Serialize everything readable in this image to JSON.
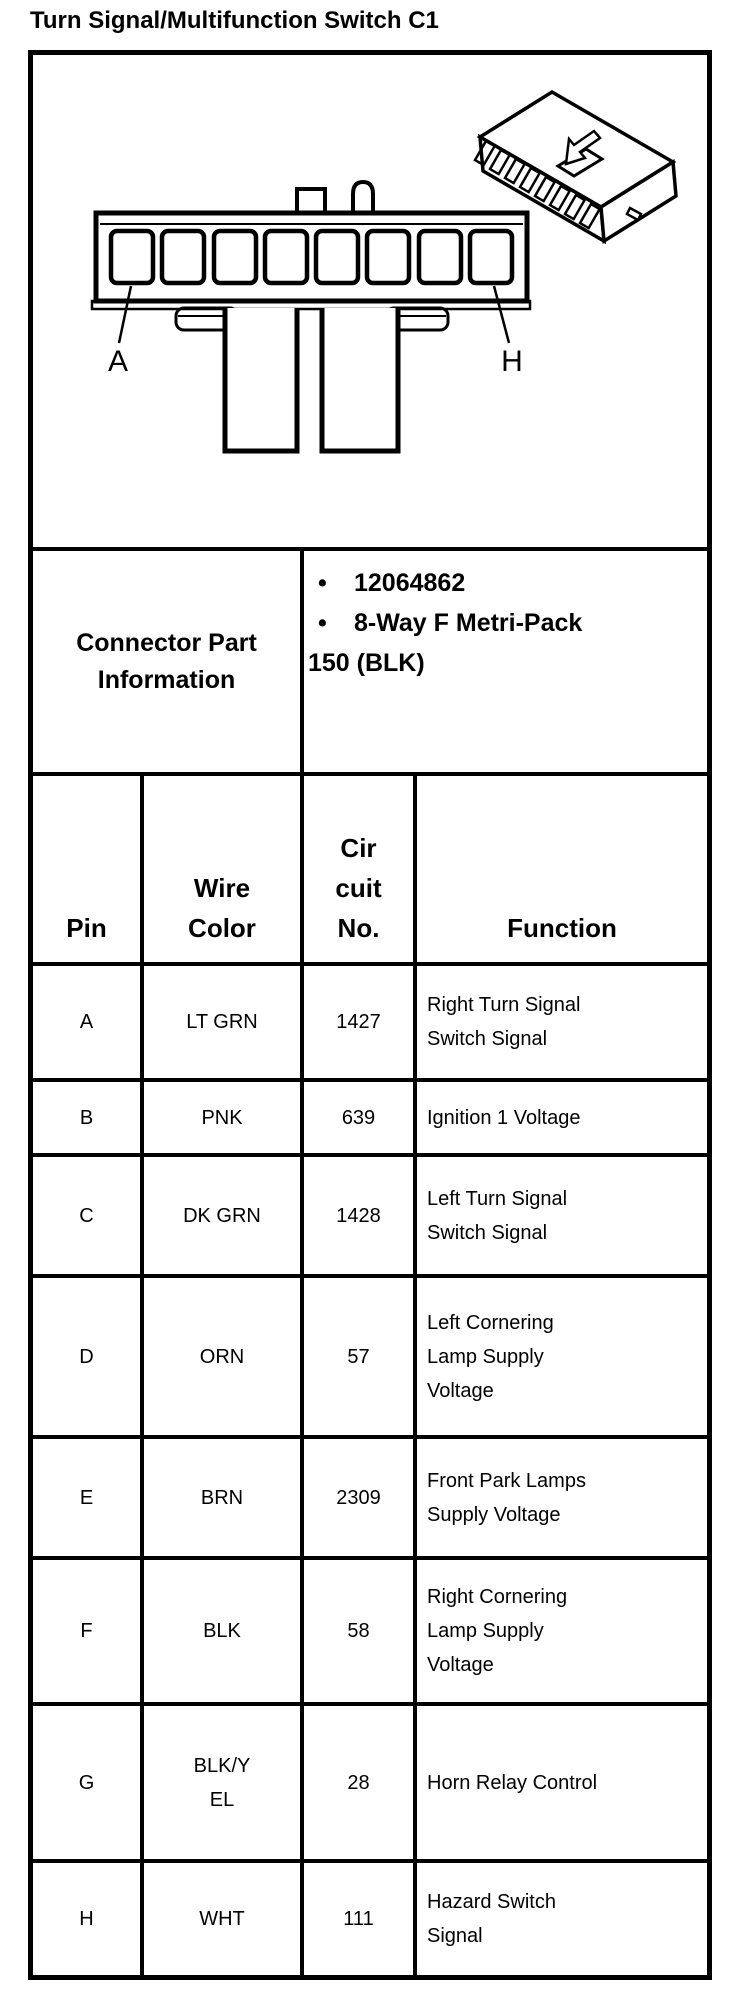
{
  "title": "Turn Signal/Multifunction Switch C1",
  "diagram": {
    "first_pin_label": "A",
    "last_pin_label": "H",
    "pin_count": 8
  },
  "connector_part_info": {
    "label": "Connector Part\nInformation",
    "bullet_glyph": "•",
    "bullet_items": [
      "12064862",
      "8-Way F Metri-Pack"
    ],
    "bullet_continuation": "150 (BLK)"
  },
  "pin_table": {
    "headers": {
      "pin": "Pin",
      "wire_color": "Wire\nColor",
      "circuit_no": "Cir\ncuit\nNo.",
      "function": "Function"
    },
    "rows": [
      {
        "pin": "A",
        "wire_color": "LT GRN",
        "circuit_no": "1427",
        "function": "Right Turn Signal\nSwitch Signal"
      },
      {
        "pin": "B",
        "wire_color": "PNK",
        "circuit_no": "639",
        "function": "Ignition 1 Voltage"
      },
      {
        "pin": "C",
        "wire_color": "DK GRN",
        "circuit_no": "1428",
        "function": "Left Turn Signal\nSwitch Signal"
      },
      {
        "pin": "D",
        "wire_color": "ORN",
        "circuit_no": "57",
        "function": "Left Cornering\nLamp Supply\nVoltage"
      },
      {
        "pin": "E",
        "wire_color": "BRN",
        "circuit_no": "2309",
        "function": "Front Park Lamps\nSupply Voltage"
      },
      {
        "pin": "F",
        "wire_color": "BLK",
        "circuit_no": "58",
        "function": "Right Cornering\nLamp Supply\nVoltage"
      },
      {
        "pin": "G",
        "wire_color": "BLK/Y\nEL",
        "circuit_no": "28",
        "function": "Horn Relay Control"
      },
      {
        "pin": "H",
        "wire_color": "WHT",
        "circuit_no": "111",
        "function": "Hazard Switch\nSignal"
      }
    ]
  },
  "colors": {
    "ink": "#000000",
    "paper": "#ffffff"
  }
}
